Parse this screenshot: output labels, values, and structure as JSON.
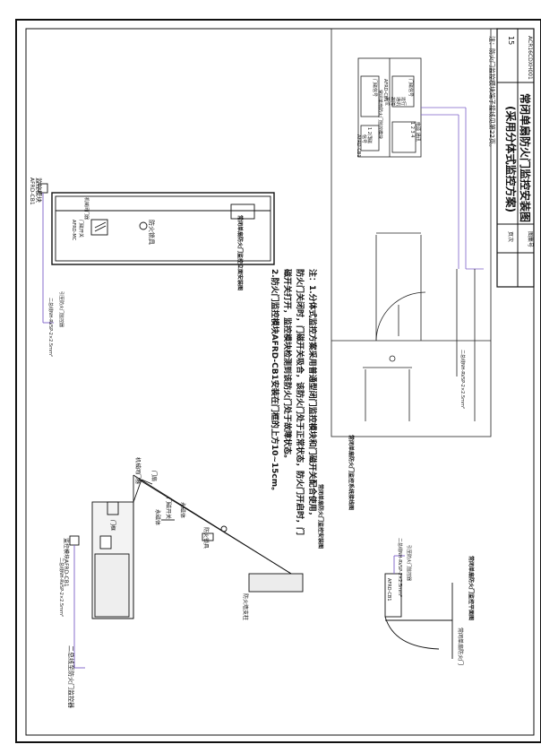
{
  "title_block": {
    "title": "常闭单扇防火门监控安装图",
    "subtitle": "(采用分体式监控方案)",
    "atlas_label": "图集号",
    "atlas_no": "ACR16CDXH001",
    "page_label": "页次",
    "page_no": "15"
  },
  "top_note": "注：防火门监控模块端子接线见第22页。",
  "main_notes": [
    "注：1.分体式监控方案采用普通型闭门监控模块和门磁开关配合使用，",
    "防火门关闭时，门磁开关吸合，该防火门处于正常状态，防火门开启时，门",
    "磁开关打开，监控模块检测到该防火门处于故障状态。",
    "2.防火门监控模块AFRD-CB1安装在门框的上方10~15cm。"
  ],
  "elevation": {
    "module_label": "监控模块",
    "module_model": "AFRD-CB1",
    "closer_label": "机械闭门器",
    "mag_switch_label": "门磁开关",
    "mag_switch_model": "AFRD-MC",
    "lock_label": "防火锁具",
    "cable_label": "二总线NH-RVSP-2×2.5mm²",
    "cable_dest": "引至防火门监控器",
    "caption": "常闭单扇防火门监控立面安装图"
  },
  "section": {
    "cable_label": "二总线NH-RVSP-2×2.5mm²",
    "monitor_label": "二总线至防火门监控器",
    "module_label": "监控模块AFRD-CB1",
    "frame_label": "门框",
    "closer_label": "机械闭门器",
    "door_leaf_label": "门扇",
    "mag_switch_label": "门磁开关",
    "permanent_magnet_label": "永磁体",
    "switch_body_label": "永磁体",
    "lock_label": "防火锁具",
    "wall_label": "防火墙支柱",
    "caption": "常闭单扇防火门监控安装图"
  },
  "plan": {
    "dest_label": "引至防火门监控器",
    "cable_label": "二总线NH-RVSP-2×2.5mm²",
    "module_label": "AFRD-CB1",
    "door_label": "常闭单扇防火门",
    "caption": "常闭单扇防火门监控平面图"
  },
  "wiring": {
    "cable_label": "二总线NH-RVSP-2×2.5mm²",
    "side_caption": "常闭单扇防火门监控系统接线图",
    "module_model": "AFRD-CB1",
    "module_name": "常闭单扇防火门监控模块",
    "row1": [
      "门磁信号",
      "运行",
      "通讯",
      "故障",
      "复位"
    ],
    "row1_pins": "1 2 3",
    "terminal_label": "电源 通讯",
    "terminal_pins": "1 2 3 4",
    "row2": [
      "门磁",
      "信号",
      "AFRD-CB1"
    ],
    "small_block": "门磁信号"
  }
}
